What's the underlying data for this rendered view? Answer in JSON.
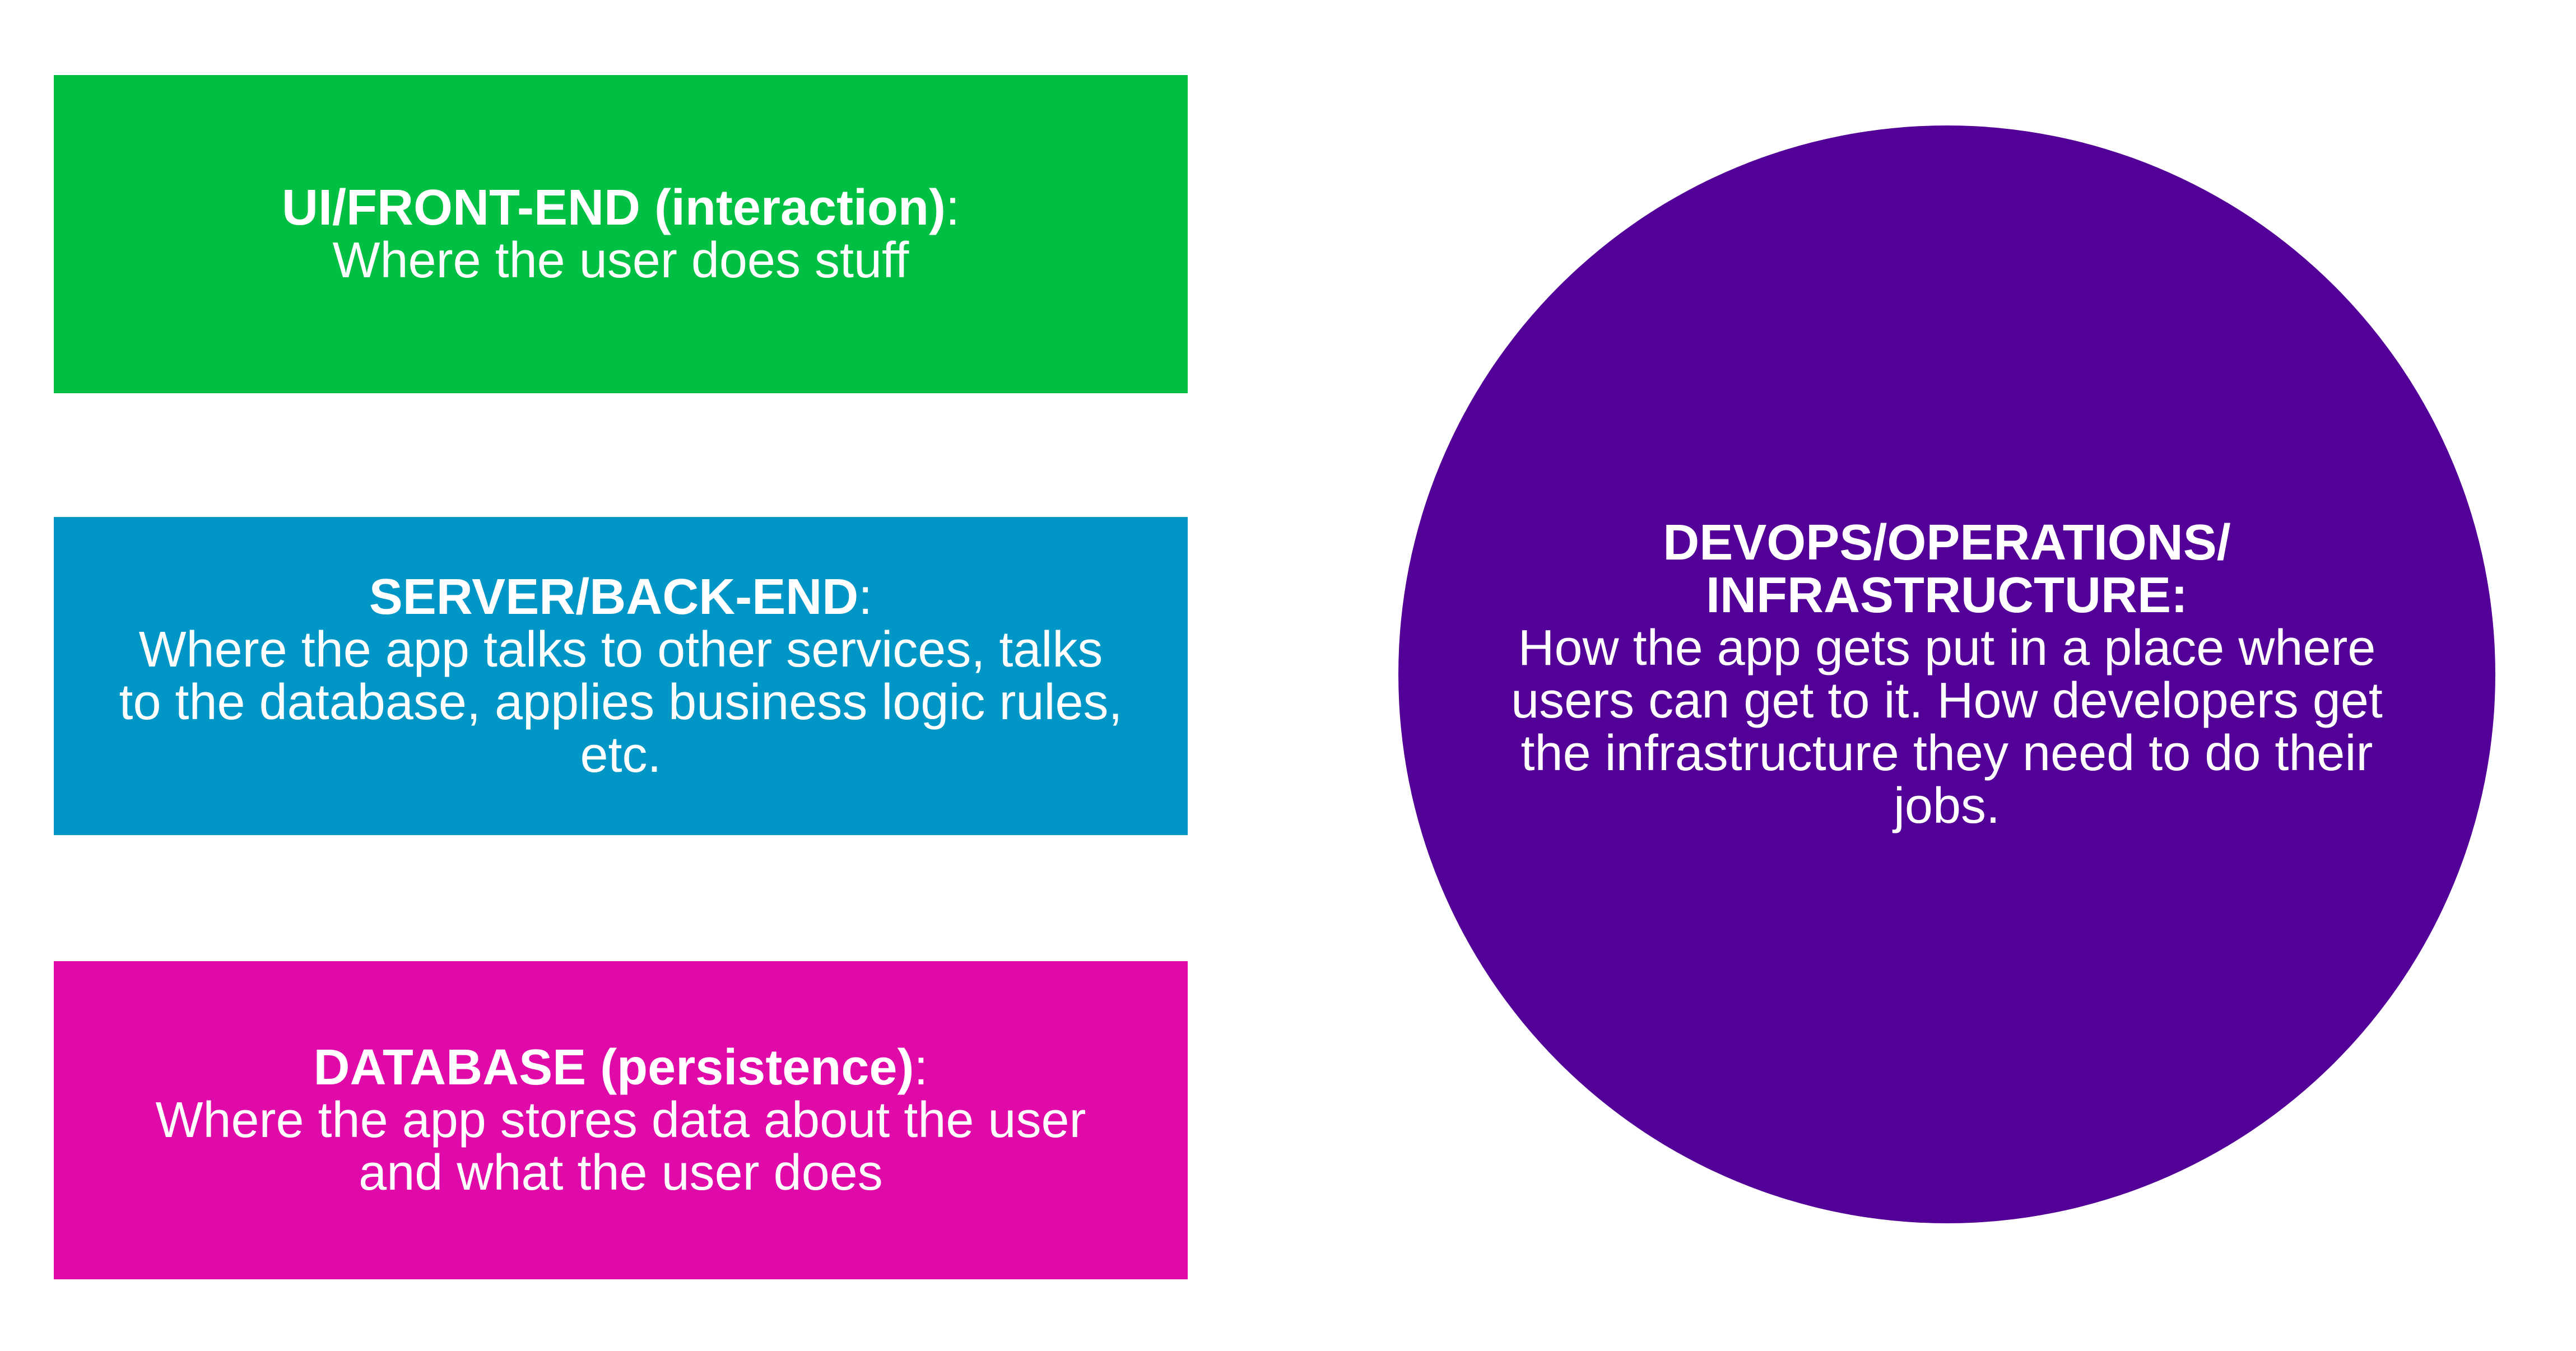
{
  "colors": {
    "background": "#ffffff",
    "frontend": "#00c043",
    "backend": "#0096c5",
    "database": "#e00aa8",
    "devops": "#520098",
    "text": "#ffffff"
  },
  "frontend": {
    "heading": "UI/FRONT-END (interaction)",
    "colon": ":",
    "description": "Where the user does stuff"
  },
  "backend": {
    "heading": "SERVER/BACK-END",
    "colon": ":",
    "description": "Where the app talks to other services, talks to the database, applies business logic rules, etc."
  },
  "database": {
    "heading": "DATABASE (persistence)",
    "colon": ":",
    "description": "Where the app stores data about the user and what the user does"
  },
  "devops": {
    "heading_line1": "DEVOPS/OPERATIONS/",
    "heading_line2": "INFRASTRUCTURE:",
    "description": "How the app gets put in a place where users can get to it. How developers get the infrastructure they need to do their jobs."
  }
}
